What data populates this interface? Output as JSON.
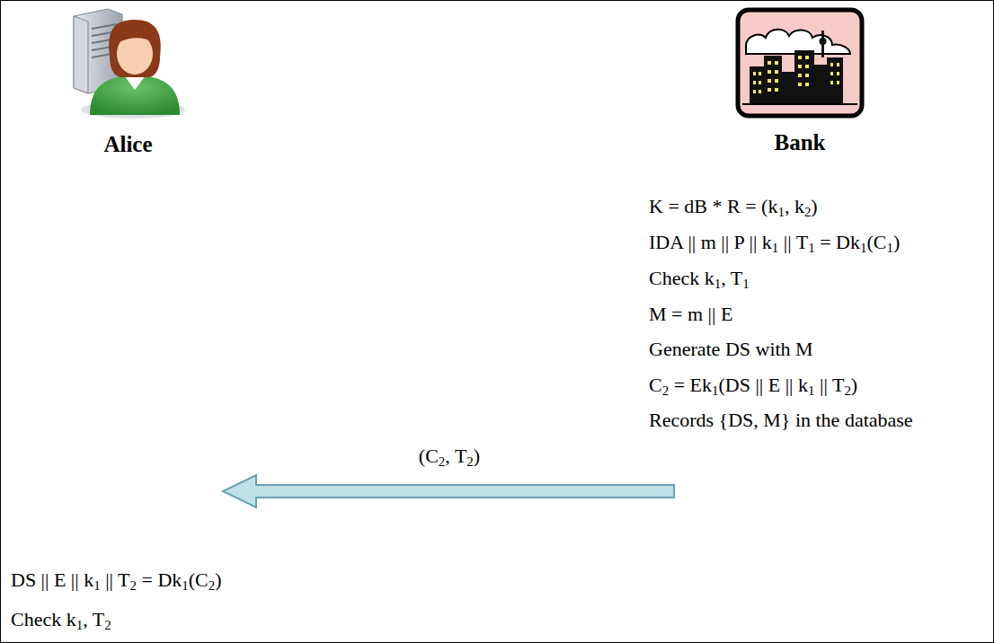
{
  "diagram": {
    "nodes": [
      {
        "text": [
          "Alice"
        ]
      },
      {
        "text": [
          "Bank"
        ]
      }
    ],
    "labels": [
      "K = dB * R = (k1, k2)",
      "IDA || m || P || k1 || T1 = Dk1(C1)",
      "Check k1, T1",
      "M = m || E",
      "Generate DS with M",
      "C2 = Ek1(DS || E || k1 || T2)",
      "Records {DS, M} in the database",
      "(C2, T2)",
      "DS || E || k1 || T2 = Dk1(C2)",
      "Check k1, T2"
    ]
  }
}
